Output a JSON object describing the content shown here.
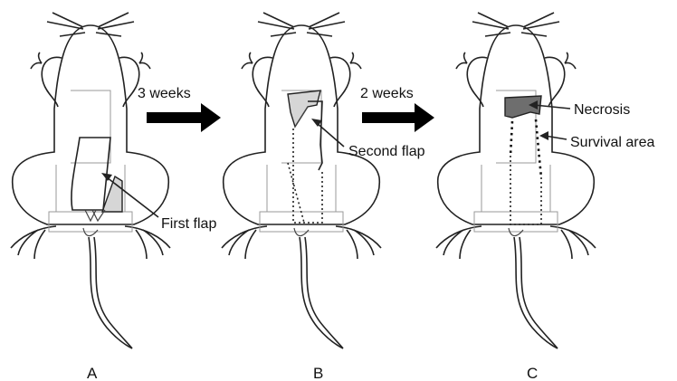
{
  "labels": {
    "arrow1": "3 weeks",
    "arrow2": "2 weeks",
    "first_flap": "First flap",
    "second_flap": "Second flap",
    "necrosis": "Necrosis",
    "survival": "Survival area",
    "panel_a": "A",
    "panel_b": "B",
    "panel_c": "C"
  },
  "colors": {
    "outline": "#222222",
    "flap_fill": "#d6d6d6",
    "necrosis_fill": "#6e6e6e",
    "arrow": "#000000"
  }
}
